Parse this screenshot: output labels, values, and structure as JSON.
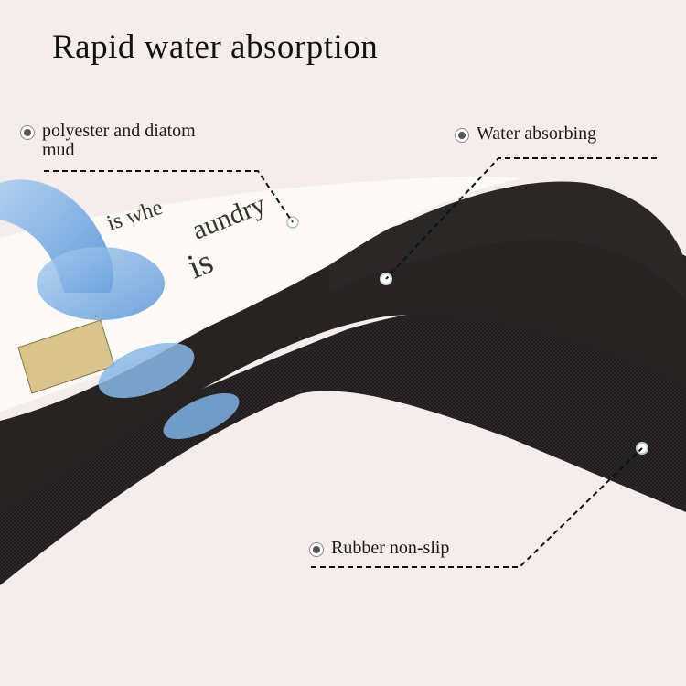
{
  "title": "Rapid water absorption",
  "callouts": {
    "top_left": {
      "line1": "polyester and diatom",
      "line2": "mud"
    },
    "top_right": {
      "label": "Water absorbing"
    },
    "bottom": {
      "label": "Rubber non-slip"
    }
  },
  "mat_print": {
    "text1": "is whe",
    "text2": "aundry",
    "text3": "is"
  },
  "colors": {
    "background": "#f5ecec",
    "mat_black": "#1c1a1a",
    "water_blue": "#7eaee0",
    "text": "#111111"
  }
}
